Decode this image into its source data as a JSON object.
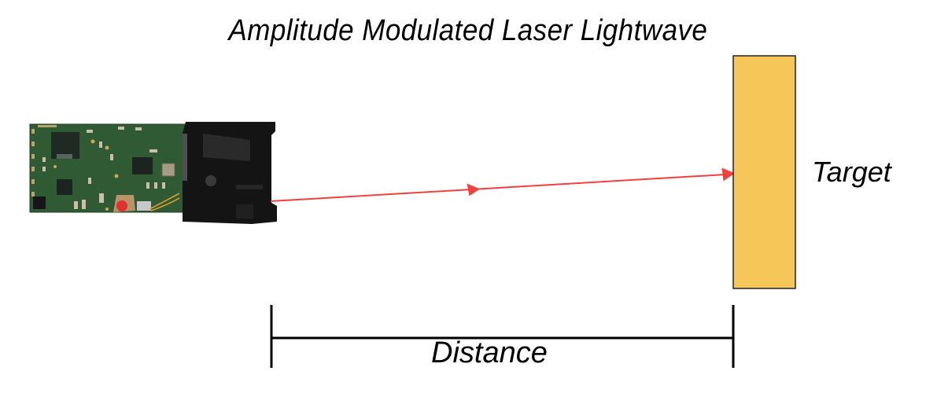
{
  "diagram": {
    "title": "Amplitude Modulated Laser Lightwave",
    "target_label": "Target",
    "distance_label": "Distance",
    "colors": {
      "laser_beam": "#f04040",
      "target_fill": "#f7c659",
      "target_border": "#222222",
      "pcb_green": "#2f5a34",
      "module_black": "#141414",
      "dimension_line": "#000000"
    },
    "elements": [
      {
        "id": "laser-rangefinder-module",
        "type": "image",
        "description": "Laser distance sensor PCB with black optical housing"
      },
      {
        "id": "laser-beam",
        "type": "arrow",
        "from": "laser-rangefinder-module",
        "to": "target"
      },
      {
        "id": "target",
        "type": "rect",
        "label": "Target"
      },
      {
        "id": "distance-dimension",
        "type": "dimension-line",
        "label": "Distance"
      }
    ]
  }
}
